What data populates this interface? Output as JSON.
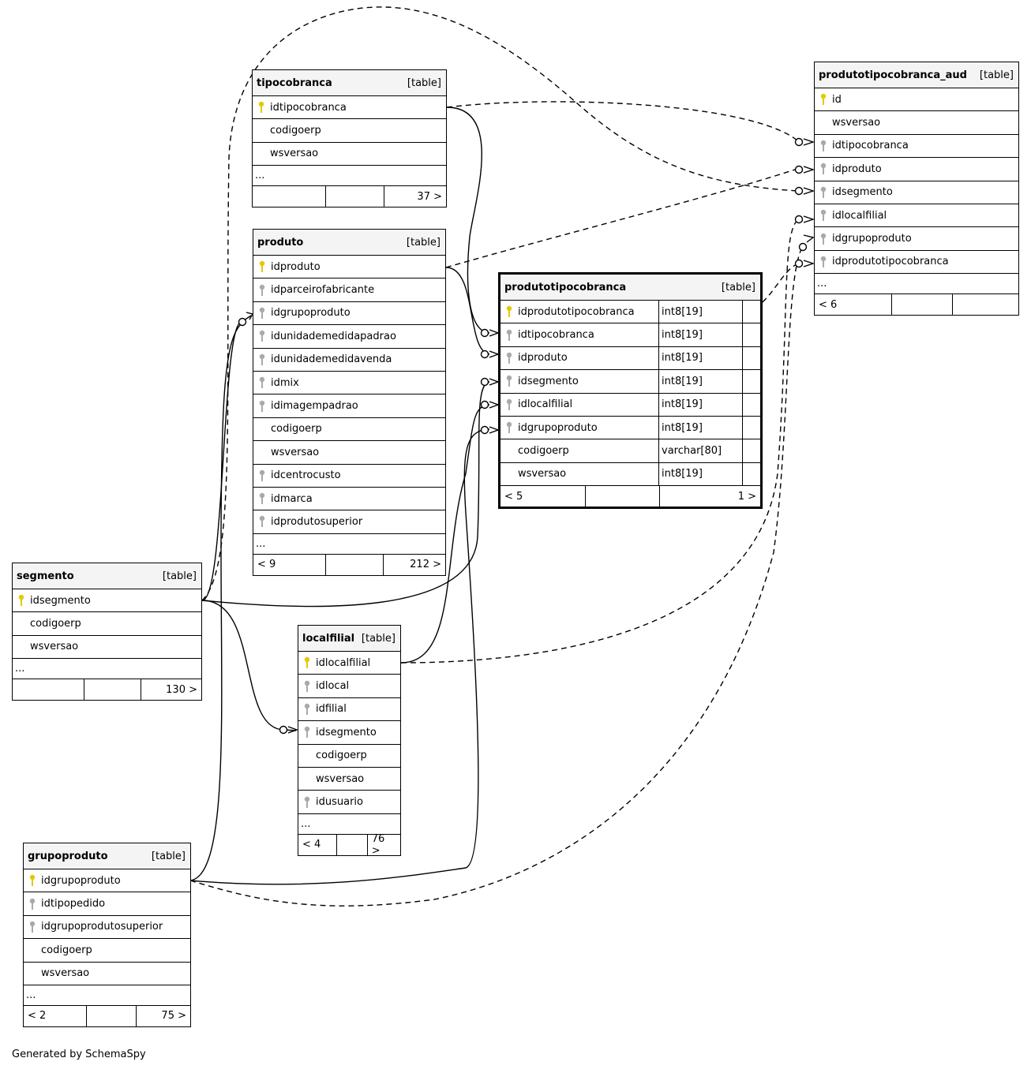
{
  "footer": "Generated by SchemaSpy",
  "type_label": "[table]",
  "colors": {
    "primary_key": "#e6c800",
    "foreign_key": "#aaaaaa",
    "header_bg": "#f4f4f4"
  },
  "tables": {
    "tipocobranca": {
      "name": "tipocobranca",
      "columns": [
        {
          "name": "idtipocobranca",
          "key": "primary-key"
        },
        {
          "name": "codigoerp",
          "key": "none"
        },
        {
          "name": "wsversao",
          "key": "none"
        }
      ],
      "ellipsis": "...",
      "footer": {
        "parents": "",
        "middle": "",
        "rows": "37 >"
      }
    },
    "produto": {
      "name": "produto",
      "columns": [
        {
          "name": "idproduto",
          "key": "primary-key"
        },
        {
          "name": "idparceirofabricante",
          "key": "foreign-key"
        },
        {
          "name": "idgrupoproduto",
          "key": "foreign-key"
        },
        {
          "name": "idunidademedidapadrao",
          "key": "foreign-key"
        },
        {
          "name": "idunidademedidavenda",
          "key": "foreign-key"
        },
        {
          "name": "idmix",
          "key": "foreign-key"
        },
        {
          "name": "idimagempadrao",
          "key": "foreign-key"
        },
        {
          "name": "codigoerp",
          "key": "none"
        },
        {
          "name": "wsversao",
          "key": "none"
        },
        {
          "name": "idcentrocusto",
          "key": "foreign-key"
        },
        {
          "name": "idmarca",
          "key": "foreign-key"
        },
        {
          "name": "idprodutosuperior",
          "key": "foreign-key"
        }
      ],
      "ellipsis": "...",
      "footer": {
        "parents": "< 9",
        "middle": "",
        "rows": "212 >"
      }
    },
    "produtotipocobranca": {
      "name": "produtotipocobranca",
      "columns": [
        {
          "name": "idprodutotipocobranca",
          "key": "primary-key",
          "type": "int8[19]"
        },
        {
          "name": "idtipocobranca",
          "key": "foreign-key",
          "type": "int8[19]"
        },
        {
          "name": "idproduto",
          "key": "foreign-key",
          "type": "int8[19]"
        },
        {
          "name": "idsegmento",
          "key": "foreign-key",
          "type": "int8[19]"
        },
        {
          "name": "idlocalfilial",
          "key": "foreign-key",
          "type": "int8[19]"
        },
        {
          "name": "idgrupoproduto",
          "key": "foreign-key",
          "type": "int8[19]"
        },
        {
          "name": "codigoerp",
          "key": "none",
          "type": "varchar[80]"
        },
        {
          "name": "wsversao",
          "key": "none",
          "type": "int8[19]"
        }
      ],
      "footer": {
        "parents": "< 5",
        "middle": "",
        "rows": "1 >"
      }
    },
    "produtotipocobranca_aud": {
      "name": "produtotipocobranca_aud",
      "columns": [
        {
          "name": "id",
          "key": "primary-key"
        },
        {
          "name": "wsversao",
          "key": "none"
        },
        {
          "name": "idtipocobranca",
          "key": "foreign-key"
        },
        {
          "name": "idproduto",
          "key": "foreign-key"
        },
        {
          "name": "idsegmento",
          "key": "foreign-key"
        },
        {
          "name": "idlocalfilial",
          "key": "foreign-key"
        },
        {
          "name": "idgrupoproduto",
          "key": "foreign-key"
        },
        {
          "name": "idprodutotipocobranca",
          "key": "foreign-key"
        }
      ],
      "ellipsis": "...",
      "footer": {
        "parents": "< 6",
        "middle": "",
        "rows": ""
      }
    },
    "segmento": {
      "name": "segmento",
      "columns": [
        {
          "name": "idsegmento",
          "key": "primary-key"
        },
        {
          "name": "codigoerp",
          "key": "none"
        },
        {
          "name": "wsversao",
          "key": "none"
        }
      ],
      "ellipsis": "...",
      "footer": {
        "parents": "",
        "middle": "",
        "rows": "130 >"
      }
    },
    "localfilial": {
      "name": "localfilial",
      "columns": [
        {
          "name": "idlocalfilial",
          "key": "primary-key"
        },
        {
          "name": "idlocal",
          "key": "foreign-key"
        },
        {
          "name": "idfilial",
          "key": "foreign-key"
        },
        {
          "name": "idsegmento",
          "key": "foreign-key"
        },
        {
          "name": "codigoerp",
          "key": "none"
        },
        {
          "name": "wsversao",
          "key": "none"
        },
        {
          "name": "idusuario",
          "key": "foreign-key"
        }
      ],
      "ellipsis": "...",
      "footer": {
        "parents": "< 4",
        "middle": "",
        "rows": "76 >"
      }
    },
    "grupoproduto": {
      "name": "grupoproduto",
      "columns": [
        {
          "name": "idgrupoproduto",
          "key": "primary-key"
        },
        {
          "name": "idtipopedido",
          "key": "foreign-key"
        },
        {
          "name": "idgrupoprodutosuperior",
          "key": "foreign-key"
        },
        {
          "name": "codigoerp",
          "key": "none"
        },
        {
          "name": "wsversao",
          "key": "none"
        }
      ],
      "ellipsis": "...",
      "footer": {
        "parents": "< 2",
        "middle": "",
        "rows": "75 >"
      }
    }
  }
}
